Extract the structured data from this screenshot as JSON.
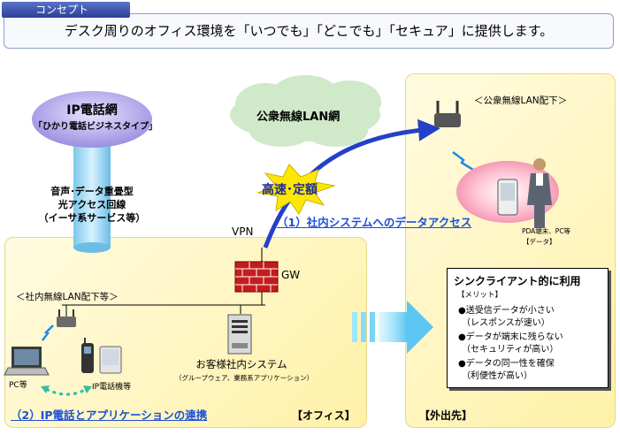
{
  "concept_tab": "コンセプト",
  "headline": "デスク周りのオフィス環境を「いつでも」「どこでも」「セキュア」に提供します。",
  "ip_network": {
    "title": "IP電話網",
    "subtitle": "「ひかり電話ビジネスタイプ」"
  },
  "access_line": [
    "音声･データ重畳型",
    "光アクセス回線",
    "（イーサ系サービス等）"
  ],
  "public_wlan_cloud": "公衆無線LAN網",
  "burst_label": "高速･定額",
  "vpn_label": "VPN",
  "gw_label": "GW",
  "data_access_link": "（1）社内システムへのデータアクセス",
  "office": {
    "wlan_label": "＜社内無線LAN配下等＞",
    "pc_label": "PC等",
    "ip_phone_label": "IP電話機等",
    "system_label": "お客様社内システム",
    "system_sub": "（グループウェア、業務系アプリケーション）",
    "app_link": "（2）IP電話とアプリケーションの連携",
    "panel_label": "【オフィス】"
  },
  "outside": {
    "wlan_label": "＜公衆無線LAN配下＞",
    "device_label_1": "PDA端末、PC等",
    "device_label_2": "【データ】",
    "panel_label": "【外出先】"
  },
  "thin_client": {
    "title": "シンクライアント的に利用",
    "merit": "【メリット】",
    "items": [
      "●送受信データが小さい",
      "（レスポンスが速い）",
      "●データが端末に残らない",
      "（セキュリティが高い）",
      "●データの同一性を確保",
      "（利便性が高い）"
    ]
  },
  "icons": [
    "wlan-access-point-icon",
    "laptop-icon",
    "ip-phone-icon",
    "pda-icon",
    "server-icon",
    "firewall-icon",
    "person-icon",
    "signal-icon"
  ],
  "colors": {
    "tab": "#2b3f98",
    "panel": "#fff1a8",
    "arrow": "#2440c8",
    "link": "#1c4fd8",
    "cloud": "#cfe9c9",
    "burst": "#ffe800",
    "firewall": "#c41c1c"
  }
}
